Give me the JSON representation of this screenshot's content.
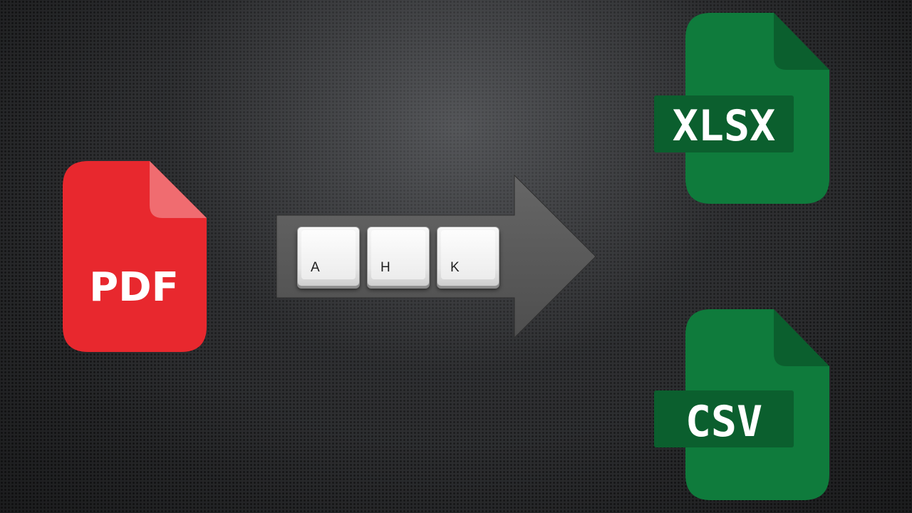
{
  "source_file": {
    "label": "PDF",
    "icon": "pdf-file-icon",
    "color": "#e8282e",
    "fold_color": "#f06c70",
    "label_color": "#ffffff"
  },
  "converter": {
    "icon": "arrow-right-icon",
    "arrow_color": "#5a5a5a",
    "keys": [
      {
        "label": "A"
      },
      {
        "label": "H"
      },
      {
        "label": "K"
      }
    ]
  },
  "outputs": [
    {
      "label": "XLSX",
      "icon": "xlsx-file-icon",
      "color": "#0f7b3c",
      "fold_color": "#0b5f2e",
      "band_color": "#0b5f2e",
      "label_color": "#ffffff"
    },
    {
      "label": "CSV",
      "icon": "csv-file-icon",
      "color": "#0f7b3c",
      "fold_color": "#0b5f2e",
      "band_color": "#0b5f2e",
      "label_color": "#ffffff"
    }
  ]
}
